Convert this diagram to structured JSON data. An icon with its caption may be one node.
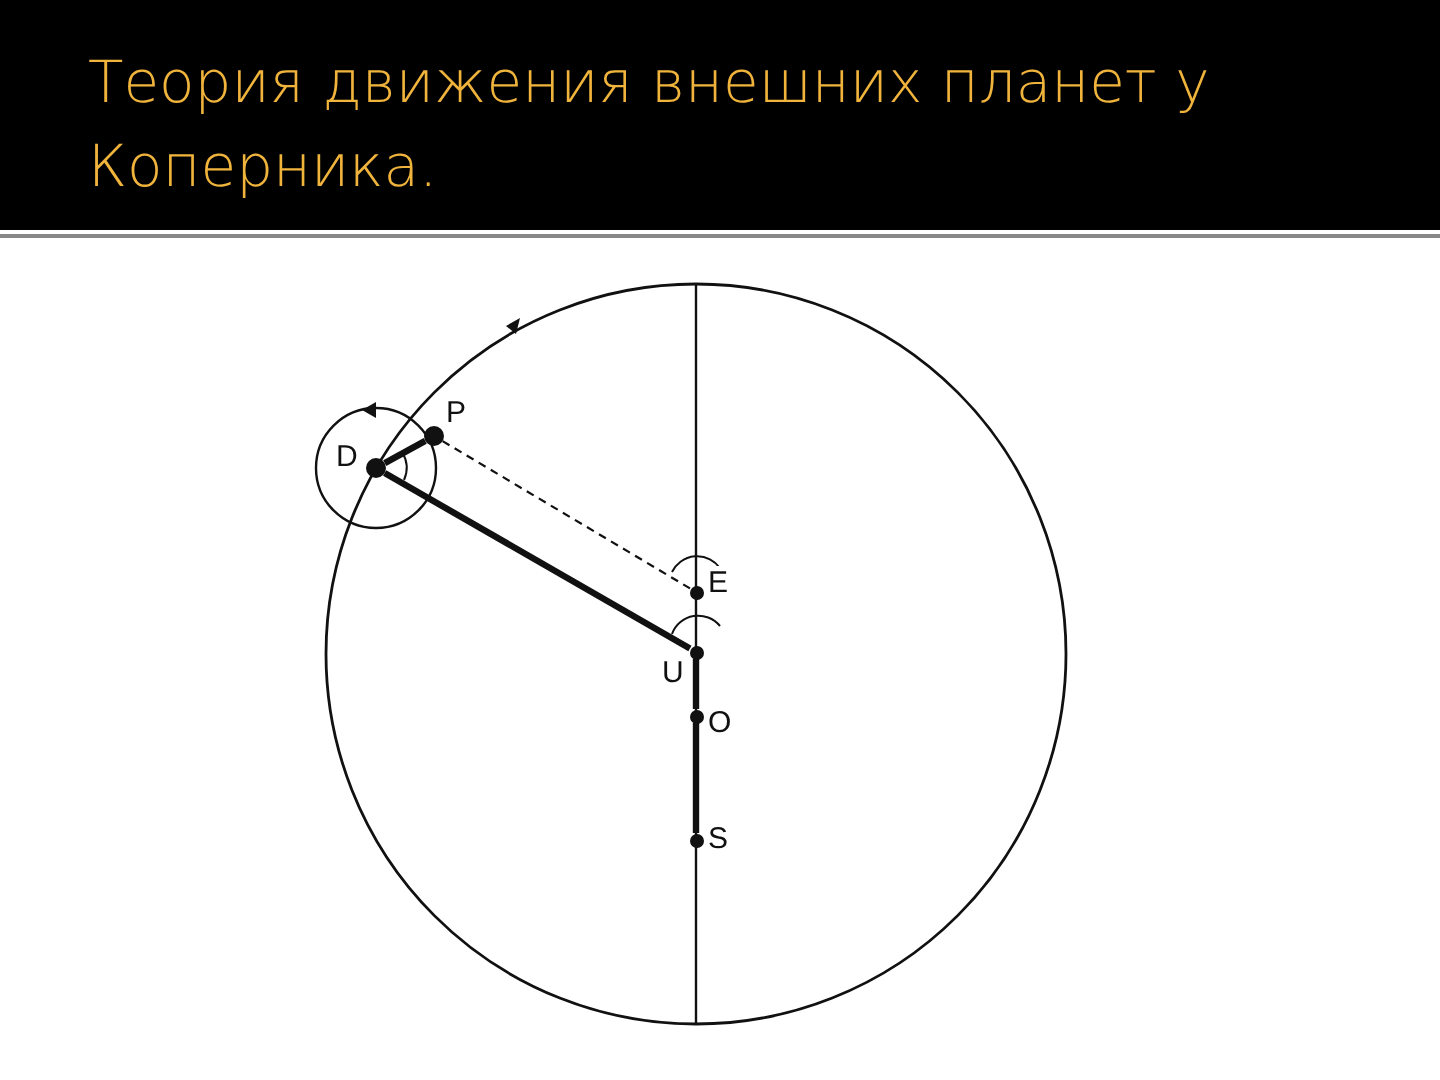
{
  "diagram": {
    "title": "Теория движения внешних планет у Коперника.",
    "nodes": [
      {
        "text": [
          "P"
        ]
      },
      {
        "text": [
          "D"
        ]
      },
      {
        "text": [
          "E"
        ]
      },
      {
        "text": [
          "U"
        ]
      },
      {
        "text": [
          "O"
        ]
      },
      {
        "text": [
          "S"
        ]
      }
    ],
    "edges": [
      {
        "from": 1,
        "to": 0,
        "arrow": "none"
      },
      {
        "from": 0,
        "to": 2,
        "arrow": "none",
        "style": "dashed"
      },
      {
        "from": 1,
        "to": 3,
        "arrow": "none"
      },
      {
        "from": 3,
        "to": 4,
        "arrow": "none"
      },
      {
        "from": 4,
        "to": 5,
        "arrow": "none"
      }
    ]
  }
}
